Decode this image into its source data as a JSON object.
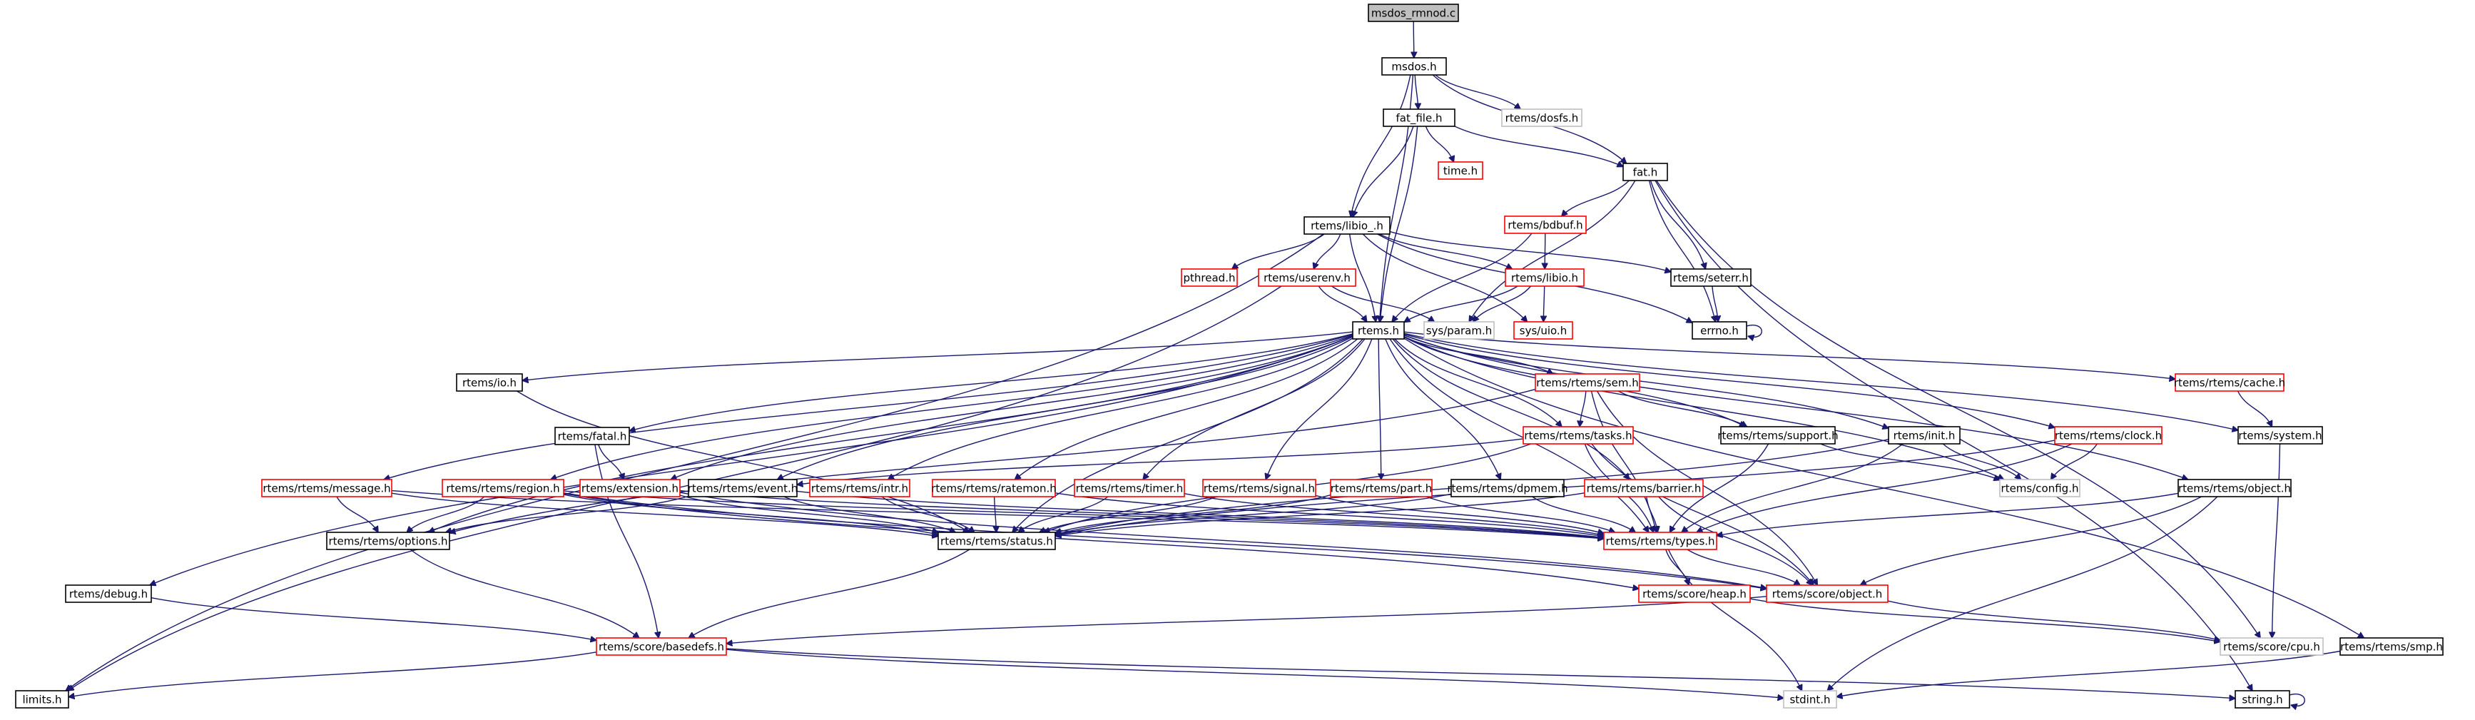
{
  "diagram": {
    "type": "include-dependency-graph",
    "colors": {
      "edge": "#191970",
      "text": "#000000",
      "root_fill": "#bfbfbf",
      "documented_border": "#000000",
      "undocumented_border": "#ff0000",
      "external_border": "#bfbfbf",
      "node_fill": "#ffffff"
    },
    "nodes": [
      {
        "id": "msdos_rmnod_c",
        "label": "msdos_rmnod.c",
        "kind": "root"
      },
      {
        "id": "msdos_h",
        "label": "msdos.h",
        "kind": "documented"
      },
      {
        "id": "fat_file_h",
        "label": "fat_file.h",
        "kind": "documented"
      },
      {
        "id": "rtems_dosfs_h",
        "label": "rtems/dosfs.h",
        "kind": "external"
      },
      {
        "id": "time_h",
        "label": "time.h",
        "kind": "undocumented"
      },
      {
        "id": "fat_h",
        "label": "fat.h",
        "kind": "documented"
      },
      {
        "id": "rtems_libio__h",
        "label": "rtems/libio_.h",
        "kind": "documented"
      },
      {
        "id": "rtems_bdbuf_h",
        "label": "rtems/bdbuf.h",
        "kind": "undocumented"
      },
      {
        "id": "pthread_h",
        "label": "pthread.h",
        "kind": "undocumented"
      },
      {
        "id": "rtems_userenv_h",
        "label": "rtems/userenv.h",
        "kind": "undocumented"
      },
      {
        "id": "rtems_libio_h",
        "label": "rtems/libio.h",
        "kind": "undocumented"
      },
      {
        "id": "rtems_seterr_h",
        "label": "rtems/seterr.h",
        "kind": "documented"
      },
      {
        "id": "sys_uio_h",
        "label": "sys/uio.h",
        "kind": "undocumented"
      },
      {
        "id": "sys_param_h",
        "label": "sys/param.h",
        "kind": "external"
      },
      {
        "id": "errno_h",
        "label": "errno.h",
        "kind": "documented"
      },
      {
        "id": "rtems_h",
        "label": "rtems.h",
        "kind": "documented"
      },
      {
        "id": "rtems_io_h",
        "label": "rtems/io.h",
        "kind": "documented"
      },
      {
        "id": "rtems_fatal_h",
        "label": "rtems/fatal.h",
        "kind": "documented"
      },
      {
        "id": "rtems_rtems_sem_h",
        "label": "rtems/rtems/sem.h",
        "kind": "undocumented"
      },
      {
        "id": "rtems_rtems_tasks_h",
        "label": "rtems/rtems/tasks.h",
        "kind": "undocumented"
      },
      {
        "id": "rtems_rtems_support_h",
        "label": "rtems/rtems/support.h",
        "kind": "documented"
      },
      {
        "id": "rtems_init_h",
        "label": "rtems/init.h",
        "kind": "documented"
      },
      {
        "id": "rtems_rtems_clock_h",
        "label": "rtems/rtems/clock.h",
        "kind": "undocumented"
      },
      {
        "id": "rtems_rtems_cache_h",
        "label": "rtems/rtems/cache.h",
        "kind": "undocumented"
      },
      {
        "id": "rtems_system_h",
        "label": "rtems/system.h",
        "kind": "documented"
      },
      {
        "id": "rtems_rtems_message_h",
        "label": "rtems/rtems/message.h",
        "kind": "undocumented"
      },
      {
        "id": "rtems_rtems_region_h",
        "label": "rtems/rtems/region.h",
        "kind": "undocumented"
      },
      {
        "id": "rtems_extension_h",
        "label": "rtems/extension.h",
        "kind": "undocumented"
      },
      {
        "id": "rtems_rtems_event_h",
        "label": "rtems/rtems/event.h",
        "kind": "documented"
      },
      {
        "id": "rtems_rtems_intr_h",
        "label": "rtems/rtems/intr.h",
        "kind": "undocumented"
      },
      {
        "id": "rtems_rtems_ratemon_h",
        "label": "rtems/rtems/ratemon.h",
        "kind": "undocumented"
      },
      {
        "id": "rtems_rtems_timer_h",
        "label": "rtems/rtems/timer.h",
        "kind": "undocumented"
      },
      {
        "id": "rtems_rtems_signal_h",
        "label": "rtems/rtems/signal.h",
        "kind": "undocumented"
      },
      {
        "id": "rtems_rtems_part_h",
        "label": "rtems/rtems/part.h",
        "kind": "undocumented"
      },
      {
        "id": "rtems_rtems_dpmem_h",
        "label": "rtems/rtems/dpmem.h",
        "kind": "documented"
      },
      {
        "id": "rtems_rtems_barrier_h",
        "label": "rtems/rtems/barrier.h",
        "kind": "undocumented"
      },
      {
        "id": "rtems_config_h",
        "label": "rtems/config.h",
        "kind": "external"
      },
      {
        "id": "rtems_rtems_object_h",
        "label": "rtems/rtems/object.h",
        "kind": "documented"
      },
      {
        "id": "rtems_rtems_options_h",
        "label": "rtems/rtems/options.h",
        "kind": "documented"
      },
      {
        "id": "rtems_rtems_status_h",
        "label": "rtems/rtems/status.h",
        "kind": "documented"
      },
      {
        "id": "rtems_rtems_types_h",
        "label": "rtems/rtems/types.h",
        "kind": "undocumented"
      },
      {
        "id": "rtems_debug_h",
        "label": "rtems/debug.h",
        "kind": "documented"
      },
      {
        "id": "rtems_score_heap_h",
        "label": "rtems/score/heap.h",
        "kind": "undocumented"
      },
      {
        "id": "rtems_score_object_h",
        "label": "rtems/score/object.h",
        "kind": "undocumented"
      },
      {
        "id": "rtems_score_basedefs_h",
        "label": "rtems/score/basedefs.h",
        "kind": "undocumented"
      },
      {
        "id": "rtems_score_cpu_h",
        "label": "rtems/score/cpu.h",
        "kind": "external"
      },
      {
        "id": "rtems_rtems_smp_h",
        "label": "rtems/rtems/smp.h",
        "kind": "documented"
      },
      {
        "id": "limits_h",
        "label": "limits.h",
        "kind": "documented"
      },
      {
        "id": "stdint_h",
        "label": "stdint.h",
        "kind": "external"
      },
      {
        "id": "string_h",
        "label": "string.h",
        "kind": "documented"
      }
    ],
    "edges": [
      [
        "msdos_rmnod_c",
        "msdos_h"
      ],
      [
        "msdos_h",
        "fat_file_h"
      ],
      [
        "msdos_h",
        "rtems_dosfs_h"
      ],
      [
        "msdos_h",
        "fat_h"
      ],
      [
        "msdos_h",
        "rtems_libio__h"
      ],
      [
        "msdos_h",
        "rtems_h"
      ],
      [
        "fat_file_h",
        "time_h"
      ],
      [
        "fat_file_h",
        "fat_h"
      ],
      [
        "fat_file_h",
        "rtems_libio__h"
      ],
      [
        "fat_file_h",
        "rtems_h"
      ],
      [
        "fat_h",
        "rtems_bdbuf_h"
      ],
      [
        "fat_h",
        "rtems_seterr_h"
      ],
      [
        "fat_h",
        "errno_h"
      ],
      [
        "fat_h",
        "sys_param_h"
      ],
      [
        "fat_h",
        "rtems_score_cpu_h"
      ],
      [
        "fat_h",
        "string_h"
      ],
      [
        "rtems_bdbuf_h",
        "rtems_h"
      ],
      [
        "rtems_bdbuf_h",
        "rtems_libio_h"
      ],
      [
        "rtems_libio__h",
        "pthread_h"
      ],
      [
        "rtems_libio__h",
        "rtems_userenv_h"
      ],
      [
        "rtems_libio__h",
        "rtems_libio_h"
      ],
      [
        "rtems_libio__h",
        "rtems_seterr_h"
      ],
      [
        "rtems_libio__h",
        "sys_uio_h"
      ],
      [
        "rtems_libio__h",
        "errno_h"
      ],
      [
        "rtems_libio__h",
        "rtems_h"
      ],
      [
        "rtems_libio__h",
        "limits_h"
      ],
      [
        "rtems_userenv_h",
        "rtems_h"
      ],
      [
        "rtems_userenv_h",
        "sys_param_h"
      ],
      [
        "rtems_userenv_h",
        "limits_h"
      ],
      [
        "rtems_libio_h",
        "rtems_h"
      ],
      [
        "rtems_libio_h",
        "sys_uio_h"
      ],
      [
        "rtems_libio_h",
        "sys_param_h"
      ],
      [
        "rtems_seterr_h",
        "errno_h"
      ],
      [
        "errno_h",
        "errno_h"
      ],
      [
        "rtems_h",
        "rtems_io_h"
      ],
      [
        "rtems_h",
        "rtems_fatal_h"
      ],
      [
        "rtems_h",
        "rtems_rtems_sem_h"
      ],
      [
        "rtems_h",
        "rtems_rtems_tasks_h"
      ],
      [
        "rtems_h",
        "rtems_rtems_support_h"
      ],
      [
        "rtems_h",
        "rtems_init_h"
      ],
      [
        "rtems_h",
        "rtems_rtems_clock_h"
      ],
      [
        "rtems_h",
        "rtems_rtems_cache_h"
      ],
      [
        "rtems_h",
        "rtems_system_h"
      ],
      [
        "rtems_h",
        "rtems_rtems_smp_h"
      ],
      [
        "rtems_h",
        "rtems_debug_h"
      ],
      [
        "rtems_h",
        "rtems_rtems_message_h"
      ],
      [
        "rtems_h",
        "rtems_rtems_region_h"
      ],
      [
        "rtems_h",
        "rtems_extension_h"
      ],
      [
        "rtems_h",
        "rtems_rtems_event_h"
      ],
      [
        "rtems_h",
        "rtems_rtems_intr_h"
      ],
      [
        "rtems_h",
        "rtems_rtems_ratemon_h"
      ],
      [
        "rtems_h",
        "rtems_rtems_timer_h"
      ],
      [
        "rtems_h",
        "rtems_rtems_signal_h"
      ],
      [
        "rtems_h",
        "rtems_rtems_part_h"
      ],
      [
        "rtems_h",
        "rtems_rtems_dpmem_h"
      ],
      [
        "rtems_h",
        "rtems_rtems_barrier_h"
      ],
      [
        "rtems_h",
        "rtems_config_h"
      ],
      [
        "rtems_h",
        "rtems_rtems_object_h"
      ],
      [
        "rtems_h",
        "rtems_rtems_options_h"
      ],
      [
        "rtems_h",
        "rtems_rtems_status_h"
      ],
      [
        "rtems_h",
        "rtems_rtems_types_h"
      ],
      [
        "rtems_io_h",
        "rtems_rtems_status_h"
      ],
      [
        "rtems_fatal_h",
        "rtems_extension_h"
      ],
      [
        "rtems_fatal_h",
        "rtems_score_basedefs_h"
      ],
      [
        "rtems_rtems_sem_h",
        "rtems_rtems_tasks_h"
      ],
      [
        "rtems_rtems_sem_h",
        "rtems_rtems_support_h"
      ],
      [
        "rtems_rtems_sem_h",
        "rtems_rtems_types_h"
      ],
      [
        "rtems_rtems_sem_h",
        "rtems_score_object_h"
      ],
      [
        "rtems_rtems_sem_h",
        "rtems_rtems_options_h"
      ],
      [
        "rtems_rtems_tasks_h",
        "rtems_rtems_event_h"
      ],
      [
        "rtems_rtems_tasks_h",
        "rtems_rtems_status_h"
      ],
      [
        "rtems_rtems_tasks_h",
        "rtems_rtems_types_h"
      ],
      [
        "rtems_rtems_tasks_h",
        "rtems_score_object_h"
      ],
      [
        "rtems_rtems_support_h",
        "rtems_config_h"
      ],
      [
        "rtems_rtems_support_h",
        "rtems_rtems_types_h"
      ],
      [
        "rtems_init_h",
        "rtems_config_h"
      ],
      [
        "rtems_init_h",
        "rtems_rtems_types_h"
      ],
      [
        "rtems_init_h",
        "rtems_rtems_status_h"
      ],
      [
        "rtems_rtems_clock_h",
        "rtems_config_h"
      ],
      [
        "rtems_rtems_clock_h",
        "rtems_rtems_types_h"
      ],
      [
        "rtems_rtems_clock_h",
        "rtems_rtems_status_h"
      ],
      [
        "rtems_rtems_cache_h",
        "rtems_system_h"
      ],
      [
        "rtems_system_h",
        "rtems_score_cpu_h"
      ],
      [
        "rtems_rtems_message_h",
        "rtems_rtems_options_h"
      ],
      [
        "rtems_rtems_message_h",
        "rtems_rtems_status_h"
      ],
      [
        "rtems_rtems_message_h",
        "rtems_rtems_types_h"
      ],
      [
        "rtems_rtems_region_h",
        "rtems_rtems_options_h"
      ],
      [
        "rtems_rtems_region_h",
        "rtems_rtems_status_h"
      ],
      [
        "rtems_rtems_region_h",
        "rtems_rtems_types_h"
      ],
      [
        "rtems_rtems_region_h",
        "rtems_score_heap_h"
      ],
      [
        "rtems_rtems_region_h",
        "rtems_score_object_h"
      ],
      [
        "rtems_extension_h",
        "rtems_rtems_status_h"
      ],
      [
        "rtems_extension_h",
        "rtems_rtems_types_h"
      ],
      [
        "rtems_extension_h",
        "rtems_score_object_h"
      ],
      [
        "rtems_rtems_event_h",
        "rtems_rtems_options_h"
      ],
      [
        "rtems_rtems_event_h",
        "rtems_rtems_status_h"
      ],
      [
        "rtems_rtems_event_h",
        "rtems_rtems_types_h"
      ],
      [
        "rtems_rtems_intr_h",
        "rtems_rtems_status_h"
      ],
      [
        "rtems_rtems_ratemon_h",
        "rtems_rtems_status_h"
      ],
      [
        "rtems_rtems_ratemon_h",
        "rtems_rtems_types_h"
      ],
      [
        "rtems_rtems_timer_h",
        "rtems_rtems_status_h"
      ],
      [
        "rtems_rtems_timer_h",
        "rtems_rtems_types_h"
      ],
      [
        "rtems_rtems_signal_h",
        "rtems_rtems_status_h"
      ],
      [
        "rtems_rtems_signal_h",
        "rtems_rtems_types_h"
      ],
      [
        "rtems_rtems_part_h",
        "rtems_rtems_status_h"
      ],
      [
        "rtems_rtems_part_h",
        "rtems_rtems_types_h"
      ],
      [
        "rtems_rtems_dpmem_h",
        "rtems_rtems_status_h"
      ],
      [
        "rtems_rtems_dpmem_h",
        "rtems_rtems_types_h"
      ],
      [
        "rtems_rtems_barrier_h",
        "rtems_rtems_status_h"
      ],
      [
        "rtems_rtems_barrier_h",
        "rtems_rtems_types_h"
      ],
      [
        "rtems_rtems_barrier_h",
        "rtems_score_object_h"
      ],
      [
        "rtems_rtems_object_h",
        "rtems_rtems_types_h"
      ],
      [
        "rtems_rtems_object_h",
        "rtems_score_object_h"
      ],
      [
        "rtems_rtems_object_h",
        "stdint_h"
      ],
      [
        "rtems_rtems_options_h",
        "rtems_score_basedefs_h"
      ],
      [
        "rtems_rtems_status_h",
        "rtems_score_basedefs_h"
      ],
      [
        "rtems_rtems_types_h",
        "rtems_score_heap_h"
      ],
      [
        "rtems_rtems_types_h",
        "rtems_score_object_h"
      ],
      [
        "rtems_rtems_types_h",
        "stdint_h"
      ],
      [
        "rtems_debug_h",
        "rtems_score_basedefs_h"
      ],
      [
        "rtems_score_heap_h",
        "rtems_score_cpu_h"
      ],
      [
        "rtems_score_object_h",
        "rtems_score_cpu_h"
      ],
      [
        "rtems_score_object_h",
        "rtems_score_basedefs_h"
      ],
      [
        "rtems_score_basedefs_h",
        "limits_h"
      ],
      [
        "rtems_score_basedefs_h",
        "stdint_h"
      ],
      [
        "rtems_score_basedefs_h",
        "string_h"
      ],
      [
        "rtems_rtems_smp_h",
        "stdint_h"
      ],
      [
        "string_h",
        "string_h"
      ]
    ]
  }
}
